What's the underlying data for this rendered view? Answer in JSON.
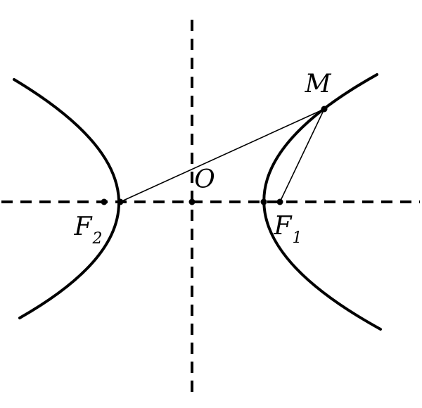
{
  "diagram": {
    "type": "hyperbola-foci-figure",
    "background_color": "#ffffff",
    "stroke_color": "#000000",
    "labels": {
      "m": "M",
      "o": "O",
      "f1": {
        "main": "F",
        "sub": "1"
      },
      "f2": {
        "main": "F",
        "sub": "2"
      }
    },
    "elements": {
      "axes": "dashed horizontal and vertical axes through center O",
      "curves": "left and right hyperbola branches",
      "segments": "line from M to left vertex/F2 and line from M to F1",
      "points": "F2, left vertex, O, right vertex, F1, M"
    }
  }
}
